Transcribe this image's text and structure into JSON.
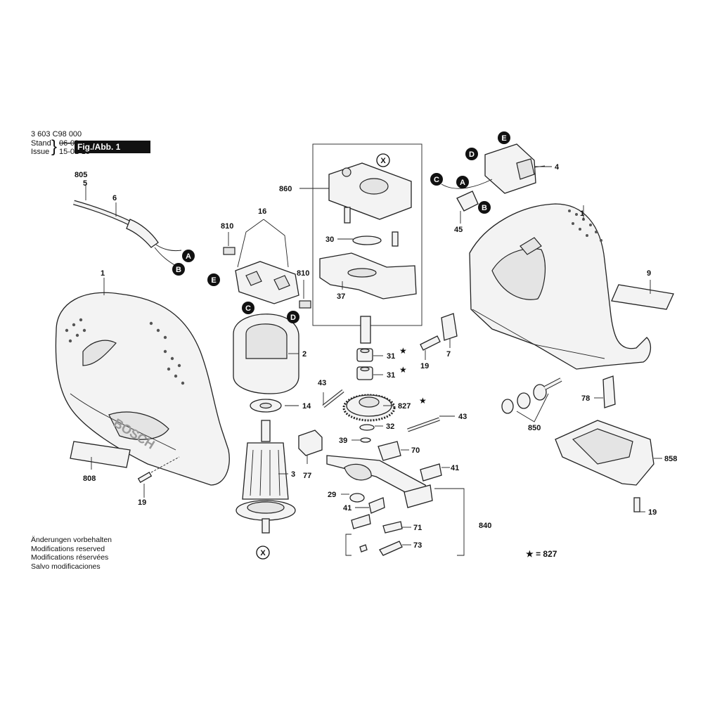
{
  "header": {
    "doc_number": "3 603 C98 000",
    "stand_label": "Stand",
    "issue_label": "Issue",
    "stand_value": "06-03",
    "issue_value": "15-01-15",
    "figure_label": "Fig./Abb. 1"
  },
  "notes": [
    "Änderungen vorbehalten",
    "Modifications reserved",
    "Modifications réservées",
    "Salvo modificaciones"
  ],
  "legend": "★ = 827",
  "brand_mark": "BOSCH",
  "part_labels": [
    "805",
    "5",
    "6",
    "1",
    "808",
    "19",
    "810",
    "16",
    "810",
    "2",
    "14",
    "3",
    "860",
    "30",
    "37",
    "31",
    "31",
    "827",
    "32",
    "39",
    "41",
    "29",
    "41",
    "43",
    "43",
    "77",
    "70",
    "71",
    "73",
    "840",
    "4",
    "45",
    "9",
    "7",
    "19",
    "78",
    "850",
    "858",
    "19",
    "1"
  ],
  "connectors": [
    "A",
    "B",
    "E",
    "C",
    "D",
    "X",
    "X",
    "E",
    "D",
    "C",
    "A",
    "B"
  ]
}
